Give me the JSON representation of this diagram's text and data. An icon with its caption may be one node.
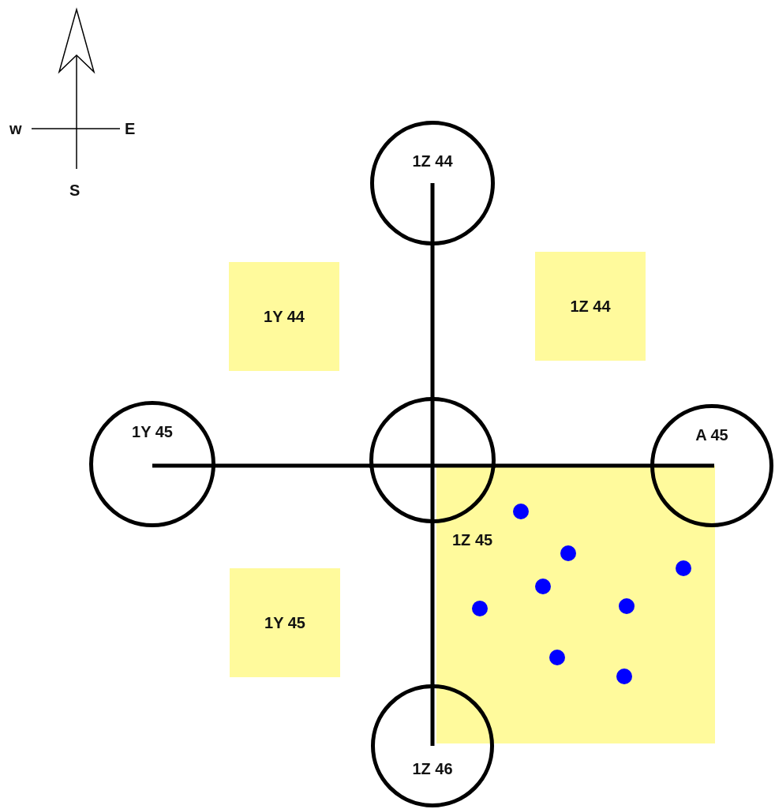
{
  "diagram": {
    "nodes": [
      {
        "text": [
          "1Z 44"
        ]
      },
      {
        "text": [
          "1Y 44"
        ]
      },
      {
        "text": [
          "1Z 44"
        ]
      },
      {
        "text": [
          "1Y 45"
        ]
      },
      {
        "text": [],
        "shape": "circle"
      },
      {
        "text": [
          "A 45"
        ]
      },
      {
        "text": [
          "1Z 45"
        ]
      },
      {
        "text": [
          "1Y 45"
        ]
      },
      {
        "text": [
          "1Z 46"
        ]
      }
    ],
    "edges": [
      {
        "from": 4,
        "to": 0,
        "arrow": "none"
      },
      {
        "from": 4,
        "to": 3,
        "arrow": "none"
      },
      {
        "from": 4,
        "to": 5,
        "arrow": "none"
      },
      {
        "from": 4,
        "to": 8,
        "arrow": "none"
      }
    ],
    "labels": [
      "w",
      "E",
      "S"
    ]
  }
}
